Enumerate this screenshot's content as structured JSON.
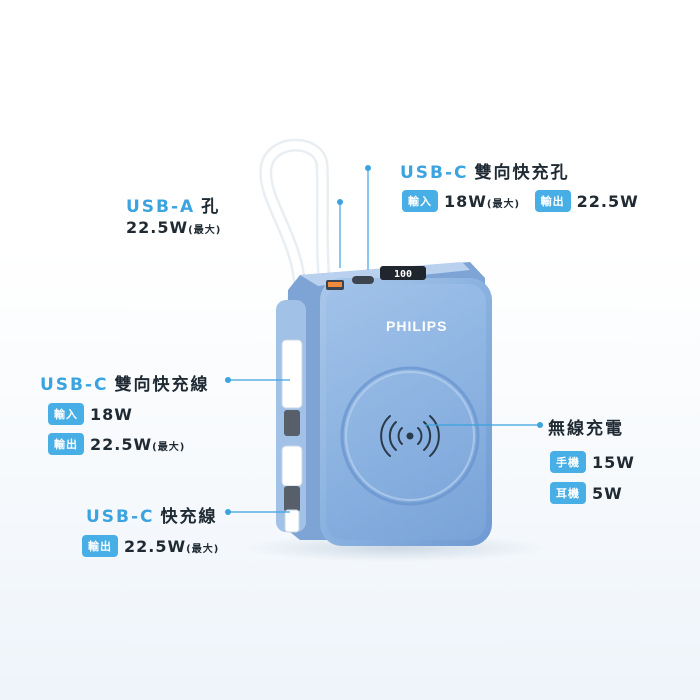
{
  "brand": "PHILIPS",
  "colors": {
    "accent": "#3aa3e0",
    "pill": "#47aee6",
    "device": "#8fb6e2",
    "text": "#1f2a33"
  },
  "callouts": {
    "usb_a": {
      "port": "USB-A",
      "label": "孔",
      "spec_value": "22.5W",
      "spec_note": "(最大)"
    },
    "usb_c_port": {
      "port": "USB-C",
      "label": "雙向快充孔",
      "input_label": "輸入",
      "input_value": "18W",
      "input_note": "(最大)",
      "output_label": "輸出",
      "output_value": "22.5W"
    },
    "usb_c_cable_bi": {
      "port": "USB-C",
      "label": "雙向快充線",
      "input_label": "輸入",
      "input_value": "18W",
      "output_label": "輸出",
      "output_value": "22.5W",
      "output_note": "(最大)"
    },
    "usb_c_cable": {
      "port": "USB-C",
      "label": "快充線",
      "output_label": "輸出",
      "output_value": "22.5W",
      "output_note": "(最大)"
    },
    "wireless": {
      "label": "無線充電",
      "phone_label": "手機",
      "phone_value": "15W",
      "earbuds_label": "耳機",
      "earbuds_value": "5W"
    }
  }
}
